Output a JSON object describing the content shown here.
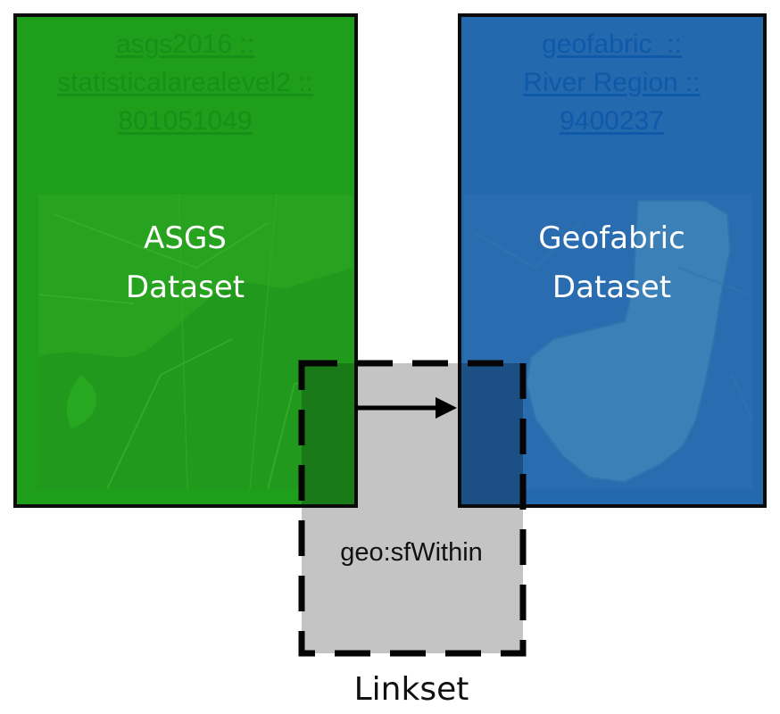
{
  "asgs": {
    "link_lines": [
      "asgs2016 ::",
      "statisticalarealevel2 ::",
      "801051049"
    ],
    "title_lines": [
      "ASGS",
      "Dataset"
    ],
    "fill": "#1e9e1a"
  },
  "geofabric": {
    "link_lines": [
      "geofabric  ::",
      "River Region ::",
      "9400237"
    ],
    "title_lines": [
      "Geofabric",
      "Dataset"
    ],
    "fill": "#2468ae"
  },
  "linkset": {
    "predicate": "geo:sfWithin",
    "label": "Linkset",
    "fill": "#c4c4c4"
  },
  "icons": {
    "arrow": "arrow-right-icon",
    "map": "map-thumbnail"
  }
}
